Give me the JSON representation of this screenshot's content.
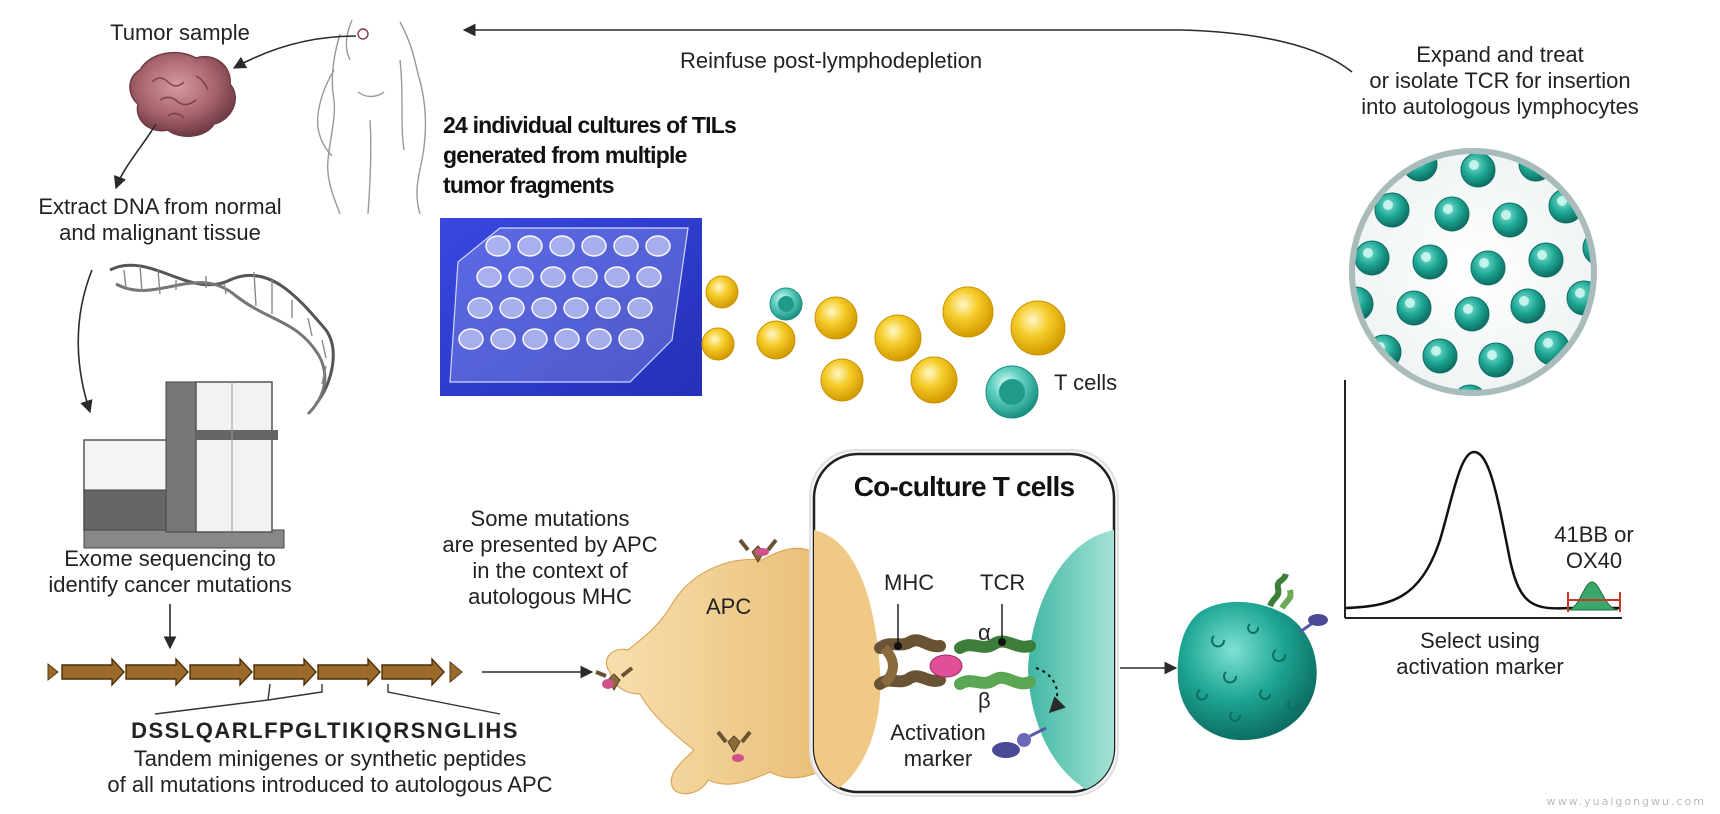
{
  "labels": {
    "tumor_sample": "Tumor sample",
    "extract_dna": [
      "Extract DNA from normal",
      "and malignant tissue"
    ],
    "exome": [
      "Exome sequencing to",
      "identify cancer mutations"
    ],
    "sequence": "DSSLQARLFPGLTIKIQRSNGLIHS",
    "tandem": [
      "Tandem minigenes or synthetic peptides",
      "of all mutations introduced to autologous APC"
    ],
    "reinfuse": "Reinfuse post-lymphodepletion",
    "expand": [
      "Expand and treat",
      "or isolate TCR for insertion",
      "into autologous lymphocytes"
    ],
    "tils": [
      "24 individual cultures of TILs",
      "generated from multiple",
      "tumor fragments"
    ],
    "t_cells": "T cells",
    "some_mutations": [
      "Some mutations",
      "are presented by APC",
      "in the context of",
      "autologous MHC"
    ],
    "apc": "APC",
    "coculture": "Co-culture T cells",
    "mhc": "MHC",
    "tcr": "TCR",
    "alpha": "α",
    "beta": "β",
    "activation_marker": [
      "Activation",
      "marker"
    ],
    "marker_41bb": [
      "41BB or",
      "OX40"
    ],
    "select_using": [
      "Select using",
      "activation marker"
    ],
    "watermark": "www.yuaigongwu.com"
  },
  "colors": {
    "arrow": "#2a2a2a",
    "tumor": "#a8646e",
    "gene_segment": "#9a6a2c",
    "t_cell_yellow": "#f0c020",
    "t_cell_teal": "#2fb3a4",
    "apc_body": "#f3d39a",
    "plate_blue": "#2d3bd0",
    "histogram_peak": "#3aa86a",
    "histogram_gate": "#c0392b"
  }
}
